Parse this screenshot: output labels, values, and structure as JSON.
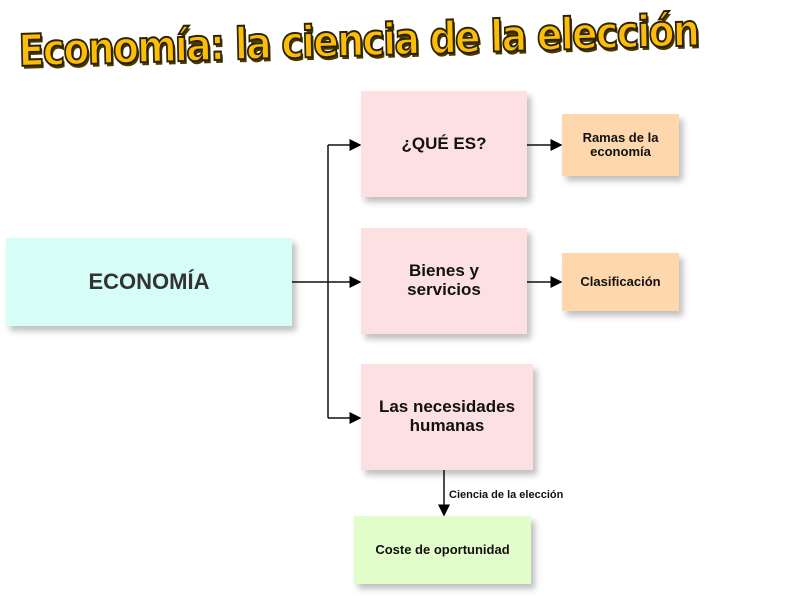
{
  "title": "Economía: la ciencia de la elección",
  "nodes": {
    "main": "ECONOMÍA",
    "que_es": "¿QUÉ ES?",
    "bienes": "Bienes y servicios",
    "necesidades": "Las necesidades humanas",
    "ramas": "Ramas de la economía",
    "clasificacion": "Clasificación",
    "coste": "Coste de oportunidad"
  },
  "edge_labels": {
    "ciencia": "Ciencia de la elección"
  },
  "colors": {
    "main": "#d6fdf6",
    "pink": "#fde1e2",
    "orange": "#fed7ad",
    "green": "#e0fdca",
    "title": "#fbbd08"
  }
}
